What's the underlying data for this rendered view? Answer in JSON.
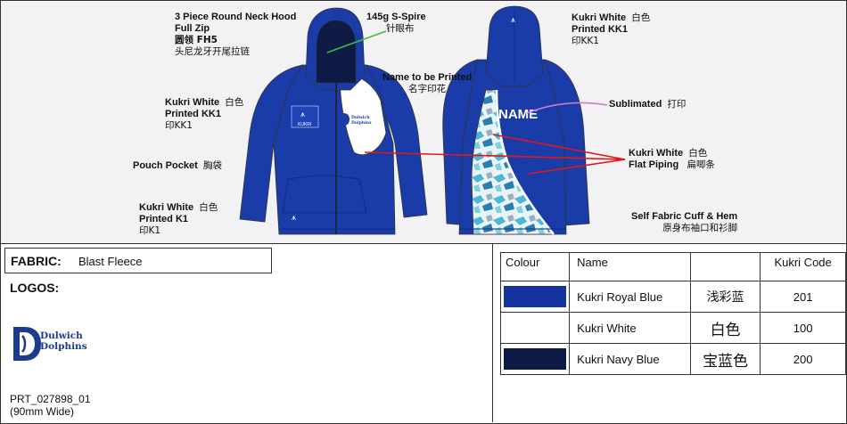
{
  "annotations": {
    "hood": {
      "line1": "3 Piece Round Neck Hood",
      "line2": "Full Zip",
      "line3": "圆领 FH5",
      "line4": "头尼龙牙开尾拉链"
    },
    "spire": {
      "line1": "145g S-Spire",
      "line2": "针眼布"
    },
    "name_print": {
      "line1": "Name to be Printed",
      "line2": "名字印花"
    },
    "chest_logo": {
      "line1": "Kukri White",
      "line1_cn": "白色",
      "line2": "Printed KK1",
      "line3": "印KK1"
    },
    "pouch": {
      "line1": "Pouch Pocket",
      "line1_cn": "胸袋"
    },
    "hem_logo": {
      "line1": "Kukri White",
      "line1_cn": "白色",
      "line2": "Printed K1",
      "line3": "印K1"
    },
    "back_logo": {
      "line1": "Kukri White",
      "line1_cn": "白色",
      "line2": "Printed KK1",
      "line3": "印KK1"
    },
    "sublimated": {
      "line1": "Sublimated",
      "line1_cn": "打印"
    },
    "piping": {
      "line1": "Kukri White",
      "line1_cn": "白色",
      "line2": "Flat Piping",
      "line2_cn": "扁唧条"
    },
    "cuff": {
      "line1": "Self Fabric Cuff & Hem",
      "line2": "原身布袖口和衫脚"
    }
  },
  "garment_text": {
    "back_name": "NAME",
    "chest_brand": "KUKRI",
    "chest_club_line1": "Dulwich",
    "chest_club_line2": "Dolphins"
  },
  "fabric": {
    "label": "FABRIC:",
    "value": "Blast Fleece"
  },
  "logos": {
    "title": "LOGOS:",
    "club_line1": "Dulwich",
    "club_line2": "Dolphins",
    "code_line1": "PRT_027898_01",
    "code_line2": "(90mm Wide)"
  },
  "colour_table": {
    "headers": [
      "Colour",
      "Name",
      "",
      "Kukri Code"
    ],
    "rows": [
      {
        "swatch": "#1533a0",
        "name": "Kukri Royal Blue",
        "cn": "浅彩蓝",
        "code": "201"
      },
      {
        "swatch": "#ffffff",
        "name": "Kukri White",
        "cn": "白色",
        "code": "100"
      },
      {
        "swatch": "#0d1a45",
        "name": "Kukri Navy Blue",
        "cn": "宝蓝色",
        "code": "200"
      }
    ]
  },
  "colors": {
    "royal": "#1a3ca8",
    "navy": "#0f1a45",
    "leader_red": "#e01818",
    "leader_green": "#3bbf3b",
    "leader_pink": "#d07ad0"
  }
}
